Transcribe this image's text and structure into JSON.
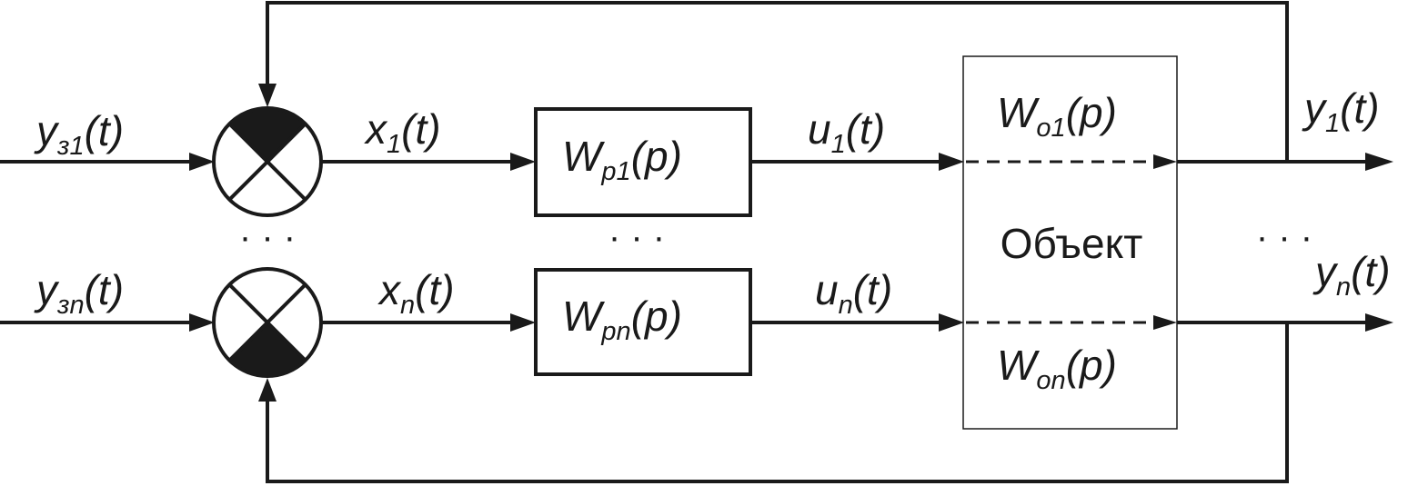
{
  "signals": {
    "y31": {
      "base": "y",
      "sub": "з1",
      "arg": "(t)"
    },
    "y3n": {
      "base": "y",
      "sub": "зn",
      "arg": "(t)"
    },
    "x1": {
      "base": "x",
      "sub": "1",
      "arg": "(t)"
    },
    "xn": {
      "base": "x",
      "sub": "n",
      "arg": "(t)"
    },
    "u1": {
      "base": "u",
      "sub": "1",
      "arg": "(t)"
    },
    "un": {
      "base": "u",
      "sub": "n",
      "arg": "(t)"
    },
    "y1": {
      "base": "y",
      "sub": "1",
      "arg": "(t)"
    },
    "yn": {
      "base": "y",
      "sub": "n",
      "arg": "(t)"
    }
  },
  "blocks": {
    "wp1": {
      "base": "W",
      "sub": "p1",
      "arg": "(p)"
    },
    "wpn": {
      "base": "W",
      "sub": "pn",
      "arg": "(p)"
    },
    "wo1": {
      "base": "W",
      "sub": "o1",
      "arg": "(p)"
    },
    "won": {
      "base": "W",
      "sub": "on",
      "arg": "(p)"
    }
  },
  "object_label": "Объект",
  "ellipsis": "· · ·",
  "colors": {
    "line": "#1a1a1a",
    "background": "#ffffff"
  }
}
